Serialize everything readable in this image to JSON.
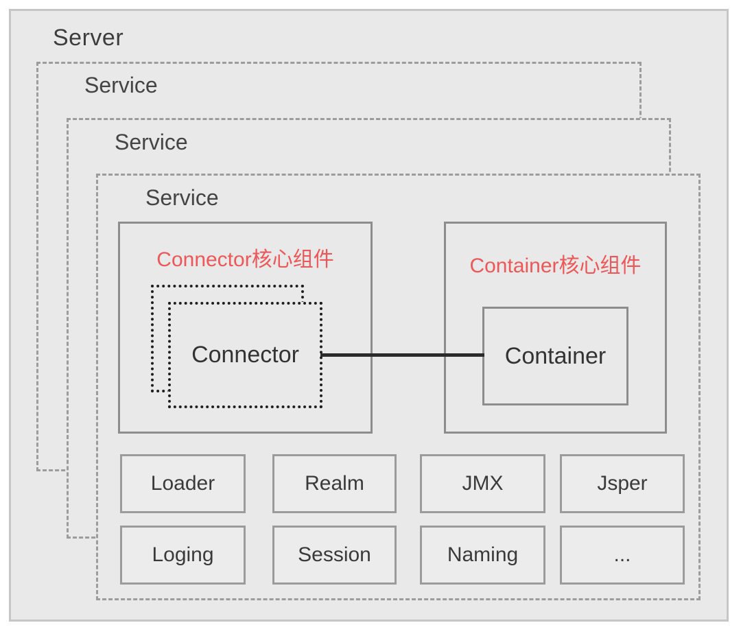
{
  "server": {
    "label": "Server"
  },
  "services": [
    {
      "label": "Service"
    },
    {
      "label": "Service"
    },
    {
      "label": "Service"
    }
  ],
  "connector_section": {
    "title": "Connector核心组件",
    "box_label": "Connector"
  },
  "container_section": {
    "title": "Container核心组件",
    "box_label": "Container"
  },
  "components": {
    "row1": [
      "Loader",
      "Realm",
      "JMX",
      "Jsper"
    ],
    "row2": [
      "Loging",
      "Session",
      "Naming",
      "..."
    ]
  },
  "colors": {
    "canvas_fill": "#e9e9e9",
    "outer_border": "#c6c6c6",
    "dashed_border": "#9c9c9c",
    "solid_border": "#8d8d8d",
    "dotted_border": "#1f1f1f",
    "accent_red": "#ee5757",
    "link_line": "#2b2b2b",
    "text": "#3d3d3d"
  }
}
